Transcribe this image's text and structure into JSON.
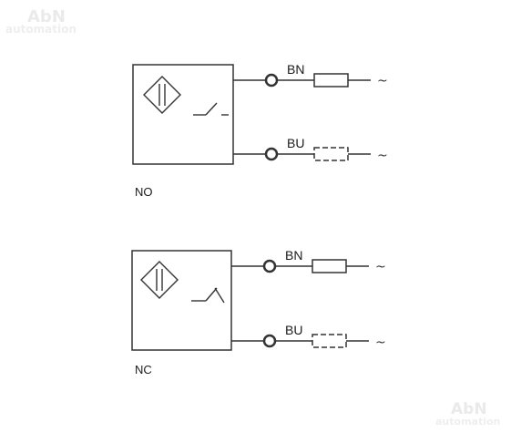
{
  "watermark": {
    "brand": "AbN",
    "tagline": "automation"
  },
  "circuits": [
    {
      "contact_type": "NO",
      "wire_top": "BN",
      "wire_bottom": "BU",
      "supply_top": "~",
      "supply_bottom": "~"
    },
    {
      "contact_type": "NC",
      "wire_top": "BN",
      "wire_bottom": "BU",
      "supply_top": "~",
      "supply_bottom": "~"
    }
  ],
  "colors": {
    "line": "#333333",
    "load_outline": "#333333",
    "watermark": "#eaeaea"
  }
}
